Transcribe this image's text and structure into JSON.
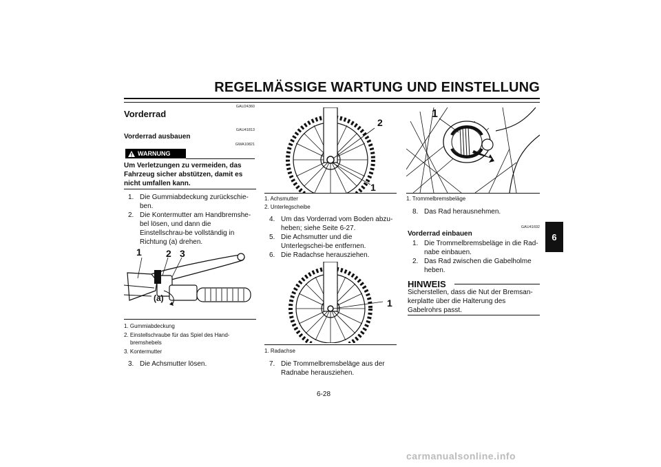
{
  "header": {
    "title": "REGELMÄSSIGE WARTUNG UND EINSTELLUNG"
  },
  "side_tab": "6",
  "page_number": "6-28",
  "footer": "carmanualsonline.info",
  "col1": {
    "code1": "GAU24360",
    "heading": "Vorderrad",
    "code2": "GAU41813",
    "subheading": "Vorderrad ausbauen",
    "code3": "GWA10821",
    "warning_label": "WARNUNG",
    "warning_text": "Um Verletzungen zu vermeiden, das Fahrzeug sicher abstützen, damit es nicht umfallen kann.",
    "steps": [
      {
        "n": "1.",
        "text": "Die Gummiabdeckung zurückschie-ben."
      },
      {
        "n": "2.",
        "text": "Die Kontermutter am Handbremshe-bel lösen, und dann die Einstellschrau-be vollständig in Richtung (a) drehen."
      }
    ],
    "figure_labels": [
      "1",
      "2",
      "3",
      "(a)"
    ],
    "captions": [
      {
        "n": "1.",
        "text": "Gummiabdeckung"
      },
      {
        "n": "2.",
        "text": "Einstellschraube für das Spiel des Hand-bremshebels"
      },
      {
        "n": "3.",
        "text": "Kontermutter"
      }
    ],
    "step3": {
      "n": "3.",
      "text": "Die Achsmutter lösen."
    }
  },
  "col2": {
    "figure1_labels": [
      "2",
      "1"
    ],
    "captions1": [
      {
        "n": "1.",
        "text": "Achsmutter"
      },
      {
        "n": "2.",
        "text": "Unterlegscheibe"
      }
    ],
    "steps": [
      {
        "n": "4.",
        "text": "Um das Vorderrad vom Boden abzu-heben; siehe Seite 6-27."
      },
      {
        "n": "5.",
        "text": "Die Achsmutter und die Unterlegschei-be entfernen."
      },
      {
        "n": "6.",
        "text": "Die Radachse herausziehen."
      }
    ],
    "figure2_labels": [
      "1"
    ],
    "captions2": [
      {
        "n": "1.",
        "text": "Radachse"
      }
    ],
    "step7": {
      "n": "7.",
      "text": "Die Trommelbremsbeläge aus der Radnabe herausziehen."
    }
  },
  "col3": {
    "figure_labels": [
      "1"
    ],
    "captions": [
      {
        "n": "1.",
        "text": "Trommelbremsbeläge"
      }
    ],
    "step8": {
      "n": "8.",
      "text": "Das Rad herausnehmen."
    },
    "code": "GAU41692",
    "subheading": "Vorderrad einbauen",
    "steps": [
      {
        "n": "1.",
        "text": "Die Trommelbremsbeläge in die Rad-nabe einbauen."
      },
      {
        "n": "2.",
        "text": "Das Rad zwischen die Gabelholme heben."
      }
    ],
    "hinweis_title": "HINWEIS",
    "hinweis_text": "Sicherstellen, dass die Nut der Bremsan-kerplatte über die Halterung des Gabelrohrs passt."
  }
}
